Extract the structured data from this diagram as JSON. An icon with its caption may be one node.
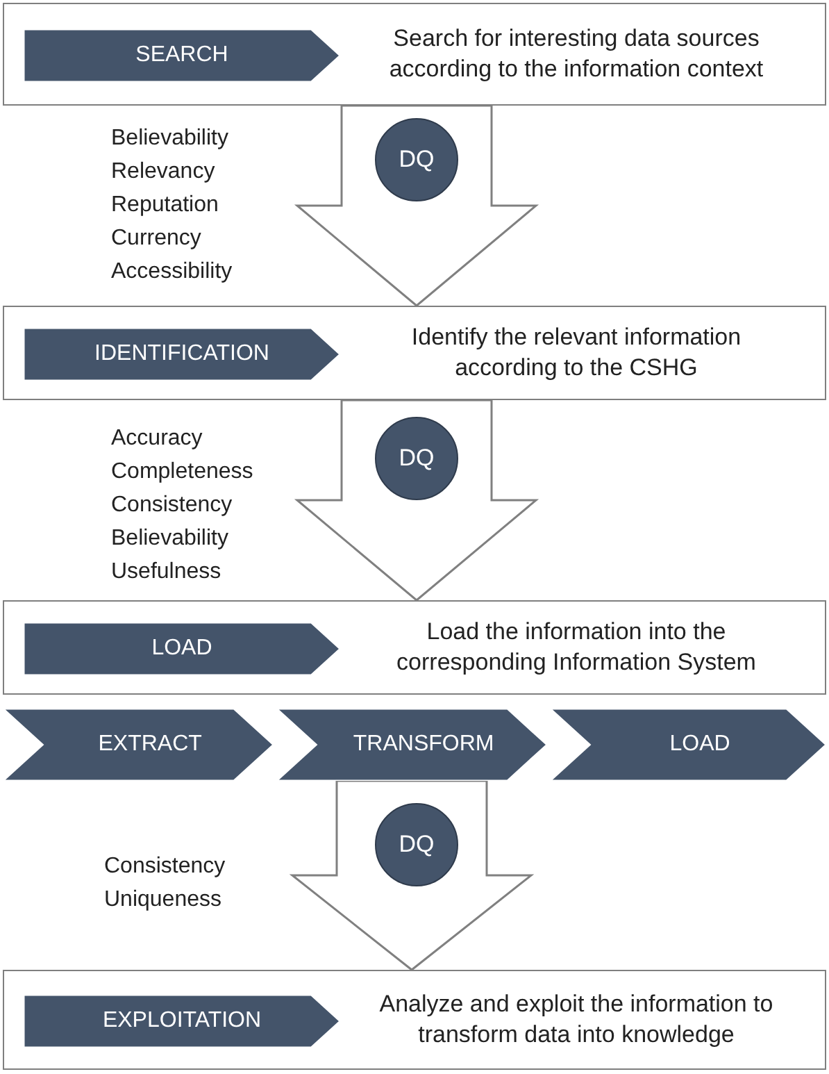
{
  "diagram": {
    "nodes": [
      {
        "text": [
          "Search for interesting data sources according to the information context"
        ]
      },
      {
        "text": [
          "SEARCH"
        ],
        "in": 0
      },
      {
        "text": [
          "DQ"
        ],
        "beside": [
          "Believability",
          "Relevancy",
          "Reputation",
          "Currency",
          "Accessibility"
        ]
      },
      {
        "text": [
          "Identify the relevant information according to the CSHG"
        ]
      },
      {
        "text": [
          "IDENTIFICATION"
        ],
        "in": 3
      },
      {
        "text": [
          "DQ"
        ],
        "beside": [
          "Accuracy",
          "Completeness",
          "Consistency",
          "Believability",
          "Usefulness"
        ]
      },
      {
        "text": [
          "Load the information into the corresponding Information System"
        ]
      },
      {
        "text": [
          "LOAD"
        ],
        "in": 6
      },
      {
        "text": [
          "EXTRACT"
        ]
      },
      {
        "text": [
          "TRANSFORM"
        ]
      },
      {
        "text": [
          "LOAD"
        ]
      },
      {
        "text": [
          "DQ"
        ],
        "beside": [
          "Consistency",
          "Uniqueness"
        ]
      },
      {
        "text": [
          "Analyze and exploit the information to transform data into knowledge"
        ]
      },
      {
        "text": [
          "EXPLOITATION"
        ],
        "in": 12
      }
    ],
    "edges": [
      {
        "from": 0,
        "to": 3,
        "arrow": "to"
      },
      {
        "from": 3,
        "to": 6,
        "arrow": "to"
      },
      {
        "from": 9,
        "to": 12,
        "arrow": "to"
      }
    ]
  }
}
